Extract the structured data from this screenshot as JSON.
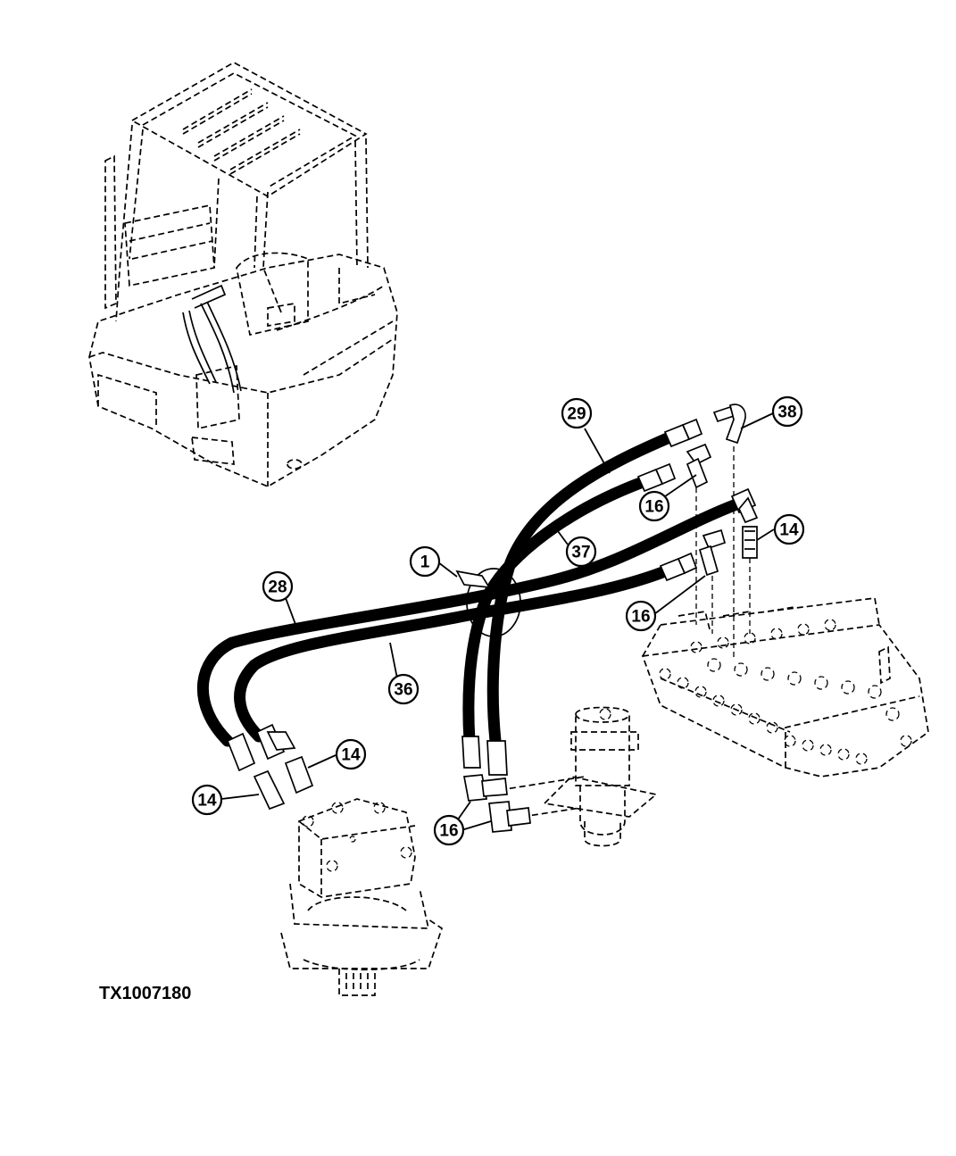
{
  "figure": {
    "id_label": "TX1007180"
  },
  "callouts": [
    {
      "key": "c29",
      "label": "29"
    },
    {
      "key": "c38",
      "label": "38"
    },
    {
      "key": "c16a",
      "label": "16"
    },
    {
      "key": "c37",
      "label": "37"
    },
    {
      "key": "c14a",
      "label": "14"
    },
    {
      "key": "c1",
      "label": "1"
    },
    {
      "key": "c28",
      "label": "28"
    },
    {
      "key": "c16b",
      "label": "16"
    },
    {
      "key": "c36",
      "label": "36"
    },
    {
      "key": "c14b",
      "label": "14"
    },
    {
      "key": "c14c",
      "label": "14"
    },
    {
      "key": "c16c",
      "label": "16"
    }
  ],
  "colors": {
    "line": "#000000",
    "background": "#ffffff"
  }
}
